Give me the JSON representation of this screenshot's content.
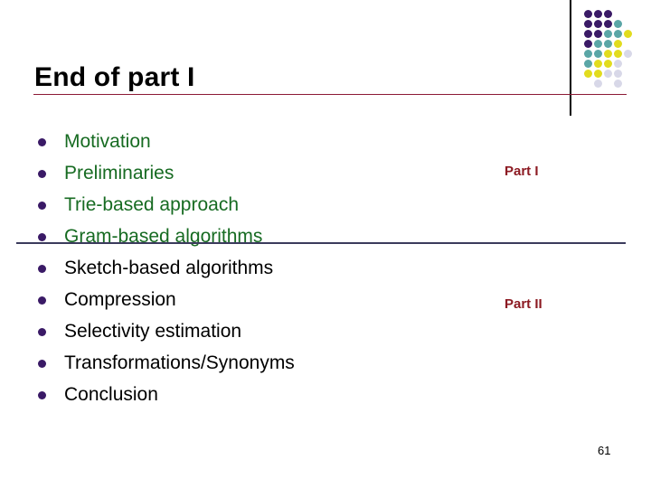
{
  "slide": {
    "title": "End of part I",
    "page_number": "61",
    "background_color": "#ffffff",
    "title_rule_color": "#8c1a36",
    "mid_rule_color": "#3b3b5c",
    "vertical_rule_color": "#000000",
    "bullet_marker_color": "#3a1a66",
    "green_text_color": "#176b22",
    "black_text_color": "#000000",
    "part_label_color": "#8c1a22"
  },
  "outline": {
    "items": [
      {
        "label": "Motivation",
        "color_group": "green"
      },
      {
        "label": "Preliminaries",
        "color_group": "green"
      },
      {
        "label": "Trie-based approach",
        "color_group": "green"
      },
      {
        "label": "Gram-based algorithms",
        "color_group": "green"
      },
      {
        "label": "Sketch-based algorithms",
        "color_group": "black"
      },
      {
        "label": "Compression",
        "color_group": "black"
      },
      {
        "label": "Selectivity estimation",
        "color_group": "black"
      },
      {
        "label": "Transformations/Synonyms",
        "color_group": "black"
      },
      {
        "label": "Conclusion",
        "color_group": "black"
      }
    ]
  },
  "parts": {
    "part_one": "Part I",
    "part_two": "Part II"
  },
  "decoration": {
    "dot_grid_name": "dot-grid-decoration",
    "cell": 11,
    "dots": [
      {
        "r": 0,
        "c": 0,
        "color": "#3a1a66"
      },
      {
        "r": 0,
        "c": 1,
        "color": "#3a1a66"
      },
      {
        "r": 0,
        "c": 2,
        "color": "#3a1a66"
      },
      {
        "r": 1,
        "c": 0,
        "color": "#3a1a66"
      },
      {
        "r": 1,
        "c": 1,
        "color": "#3a1a66"
      },
      {
        "r": 1,
        "c": 2,
        "color": "#3a1a66"
      },
      {
        "r": 1,
        "c": 3,
        "color": "#5aa6a6"
      },
      {
        "r": 2,
        "c": 0,
        "color": "#3a1a66"
      },
      {
        "r": 2,
        "c": 1,
        "color": "#3a1a66"
      },
      {
        "r": 2,
        "c": 2,
        "color": "#5aa6a6"
      },
      {
        "r": 2,
        "c": 3,
        "color": "#5aa6a6"
      },
      {
        "r": 2,
        "c": 4,
        "color": "#e2dc1e"
      },
      {
        "r": 3,
        "c": 0,
        "color": "#3a1a66"
      },
      {
        "r": 3,
        "c": 1,
        "color": "#5aa6a6"
      },
      {
        "r": 3,
        "c": 2,
        "color": "#5aa6a6"
      },
      {
        "r": 3,
        "c": 3,
        "color": "#e2dc1e"
      },
      {
        "r": 4,
        "c": 0,
        "color": "#5aa6a6"
      },
      {
        "r": 4,
        "c": 1,
        "color": "#5aa6a6"
      },
      {
        "r": 4,
        "c": 2,
        "color": "#e2dc1e"
      },
      {
        "r": 4,
        "c": 3,
        "color": "#e2dc1e"
      },
      {
        "r": 4,
        "c": 4,
        "color": "#d8d8e8"
      },
      {
        "r": 5,
        "c": 0,
        "color": "#5aa6a6"
      },
      {
        "r": 5,
        "c": 1,
        "color": "#e2dc1e"
      },
      {
        "r": 5,
        "c": 2,
        "color": "#e2dc1e"
      },
      {
        "r": 5,
        "c": 3,
        "color": "#d8d8e8"
      },
      {
        "r": 6,
        "c": 0,
        "color": "#e2dc1e"
      },
      {
        "r": 6,
        "c": 1,
        "color": "#e2dc1e"
      },
      {
        "r": 6,
        "c": 2,
        "color": "#d8d8e8"
      },
      {
        "r": 6,
        "c": 3,
        "color": "#d8d8e8"
      },
      {
        "r": 7,
        "c": 1,
        "color": "#d8d8e8"
      },
      {
        "r": 7,
        "c": 3,
        "color": "#d8d8e8"
      }
    ]
  }
}
